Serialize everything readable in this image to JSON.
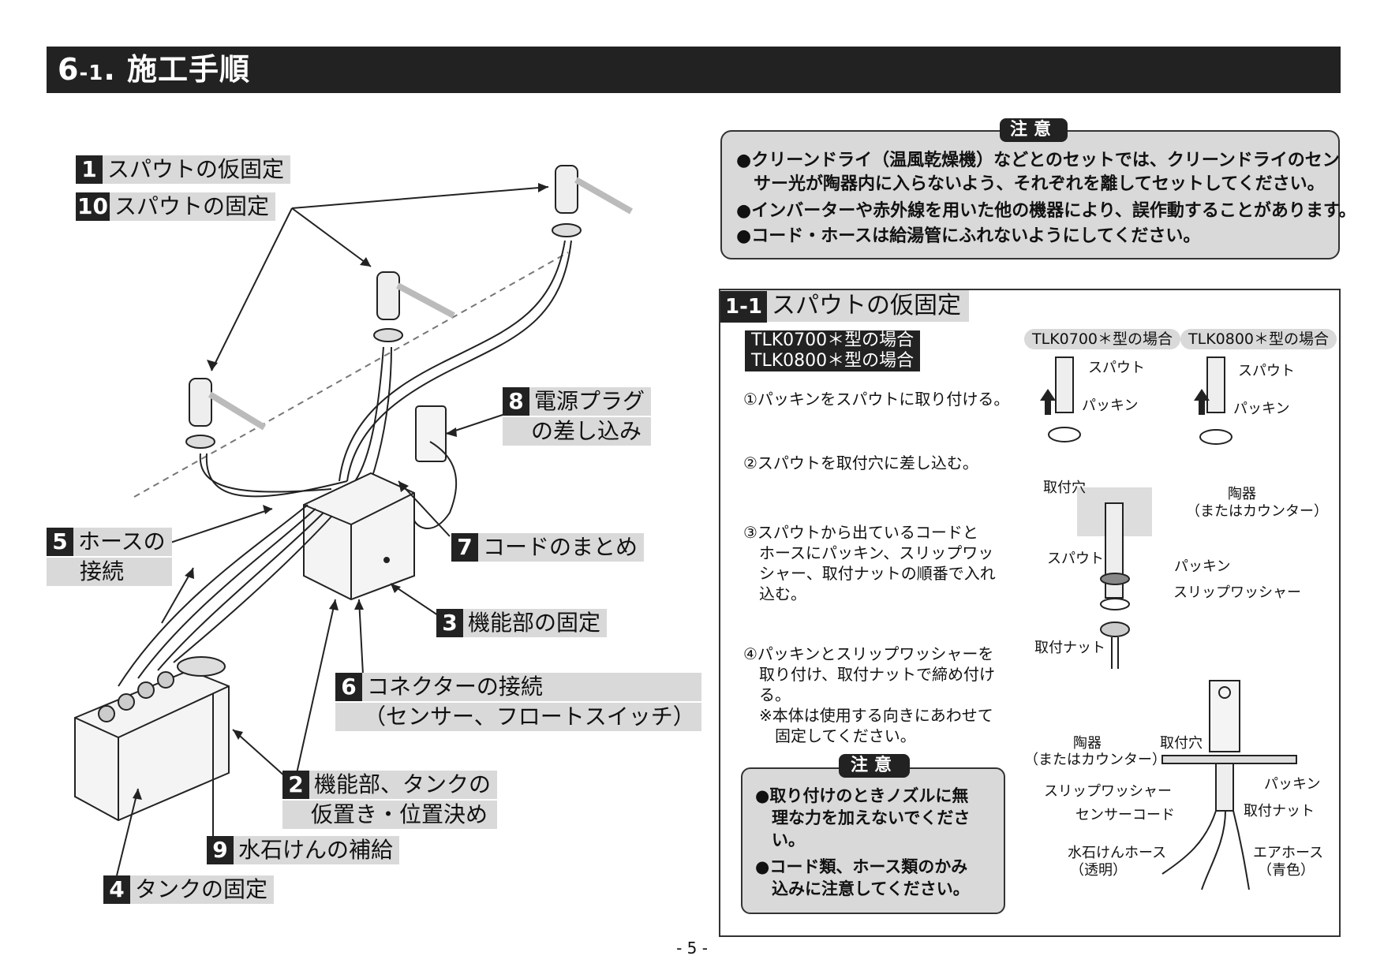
{
  "header": {
    "title_main": "6",
    "title_sub": "-1",
    "title_rest": ". 施工手順"
  },
  "left_labels": {
    "l1": {
      "num": "1",
      "text": "スパウトの仮固定"
    },
    "l10": {
      "num": "10",
      "text": "スパウトの固定"
    },
    "l8": {
      "num": "8",
      "line1": "電源プラグ",
      "line2": "の差し込み"
    },
    "l5": {
      "num": "5",
      "line1": "ホースの",
      "line2": "接続"
    },
    "l7": {
      "num": "7",
      "text": "コードのまとめ"
    },
    "l3": {
      "num": "3",
      "text": "機能部の固定"
    },
    "l6": {
      "num": "6",
      "line1": "コネクターの接続",
      "line2": "（センサー、フロートスイッチ）"
    },
    "l2": {
      "num": "2",
      "line1": "機能部、タンクの",
      "line2": "仮置き・位置決め"
    },
    "l9": {
      "num": "9",
      "text": "水石けんの補給"
    },
    "l4": {
      "num": "4",
      "text": "タンクの固定"
    }
  },
  "caution": {
    "badge": "注意",
    "line1": "●クリーンドライ（温風乾燥機）などとのセットでは、クリーンドライのセン",
    "line2": "　サー光が陶器内に入らないよう、それぞれを離してセットしてください。",
    "line3": "●インバーターや赤外線を用いた他の機器により、誤作動することがあります。",
    "line4": "●コード・ホースは給湯管にふれないようにしてください。"
  },
  "section": {
    "num": "1-1",
    "title": "スパウトの仮固定",
    "model1": "TLK0700＊型の場合",
    "model2": "TLK0800＊型の場合",
    "step1": "①パッキンをスパウトに取り付ける。",
    "step2": "②スパウトを取付穴に差し込む。",
    "step3_l1": "③スパウトから出ているコードと",
    "step3_l2": "　ホースにパッキン、スリップワッ",
    "step3_l3": "　シャー、取付ナットの順番で入れ",
    "step3_l4": "　込む。",
    "step4_l1": "④パッキンとスリップワッシャーを",
    "step4_l2": "　取り付け、取付ナットで締め付け",
    "step4_l3": "　る。",
    "note_l1": "　※本体は使用する向きにあわせて",
    "note_l2": "　　固定してください。",
    "pill1": "TLK0700＊型の場合",
    "pill2": "TLK0800＊型の場合",
    "fig": {
      "spout": "スパウト",
      "packing": "パッキン",
      "hole": "取付穴",
      "ceramic": "陶器",
      "ceramic_alt": "（またはカウンター）",
      "slip": "スリップワッシャー",
      "nut": "取付ナット",
      "sensor_cord": "センサーコード",
      "soap_hose": "水石けんホース",
      "clear": "（透明）",
      "air_hose": "エアホース",
      "blue": "（青色）"
    },
    "inner_caution": {
      "badge": "注意",
      "l1": "●取り付けのときノズルに無",
      "l2": "　理な力を加えないでくださ",
      "l3": "　い。",
      "l4": "●コード類、ホース類のかみ",
      "l5": "　込みに注意してください。"
    }
  },
  "page": "- 5 -"
}
